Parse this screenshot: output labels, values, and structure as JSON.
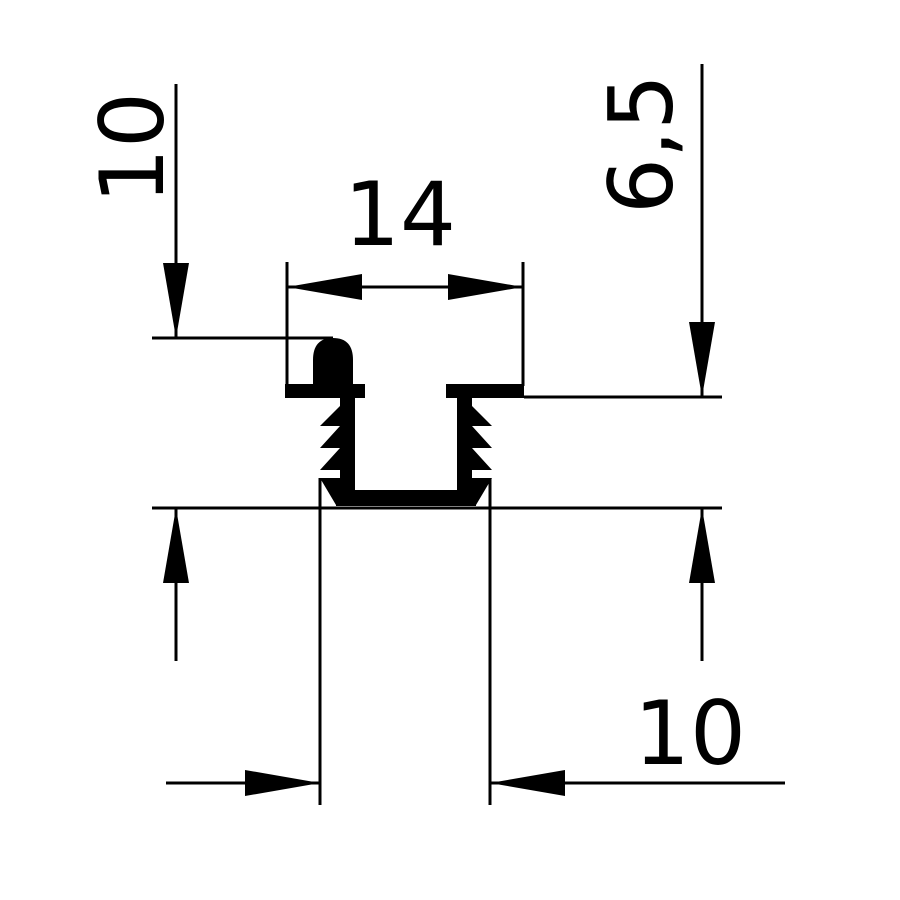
{
  "colors": {
    "ink": "#000000",
    "background": "#ffffff"
  },
  "dimensions": {
    "top_width": "14",
    "left_height": "10",
    "right_height": "6,5",
    "bottom_width": "10"
  }
}
